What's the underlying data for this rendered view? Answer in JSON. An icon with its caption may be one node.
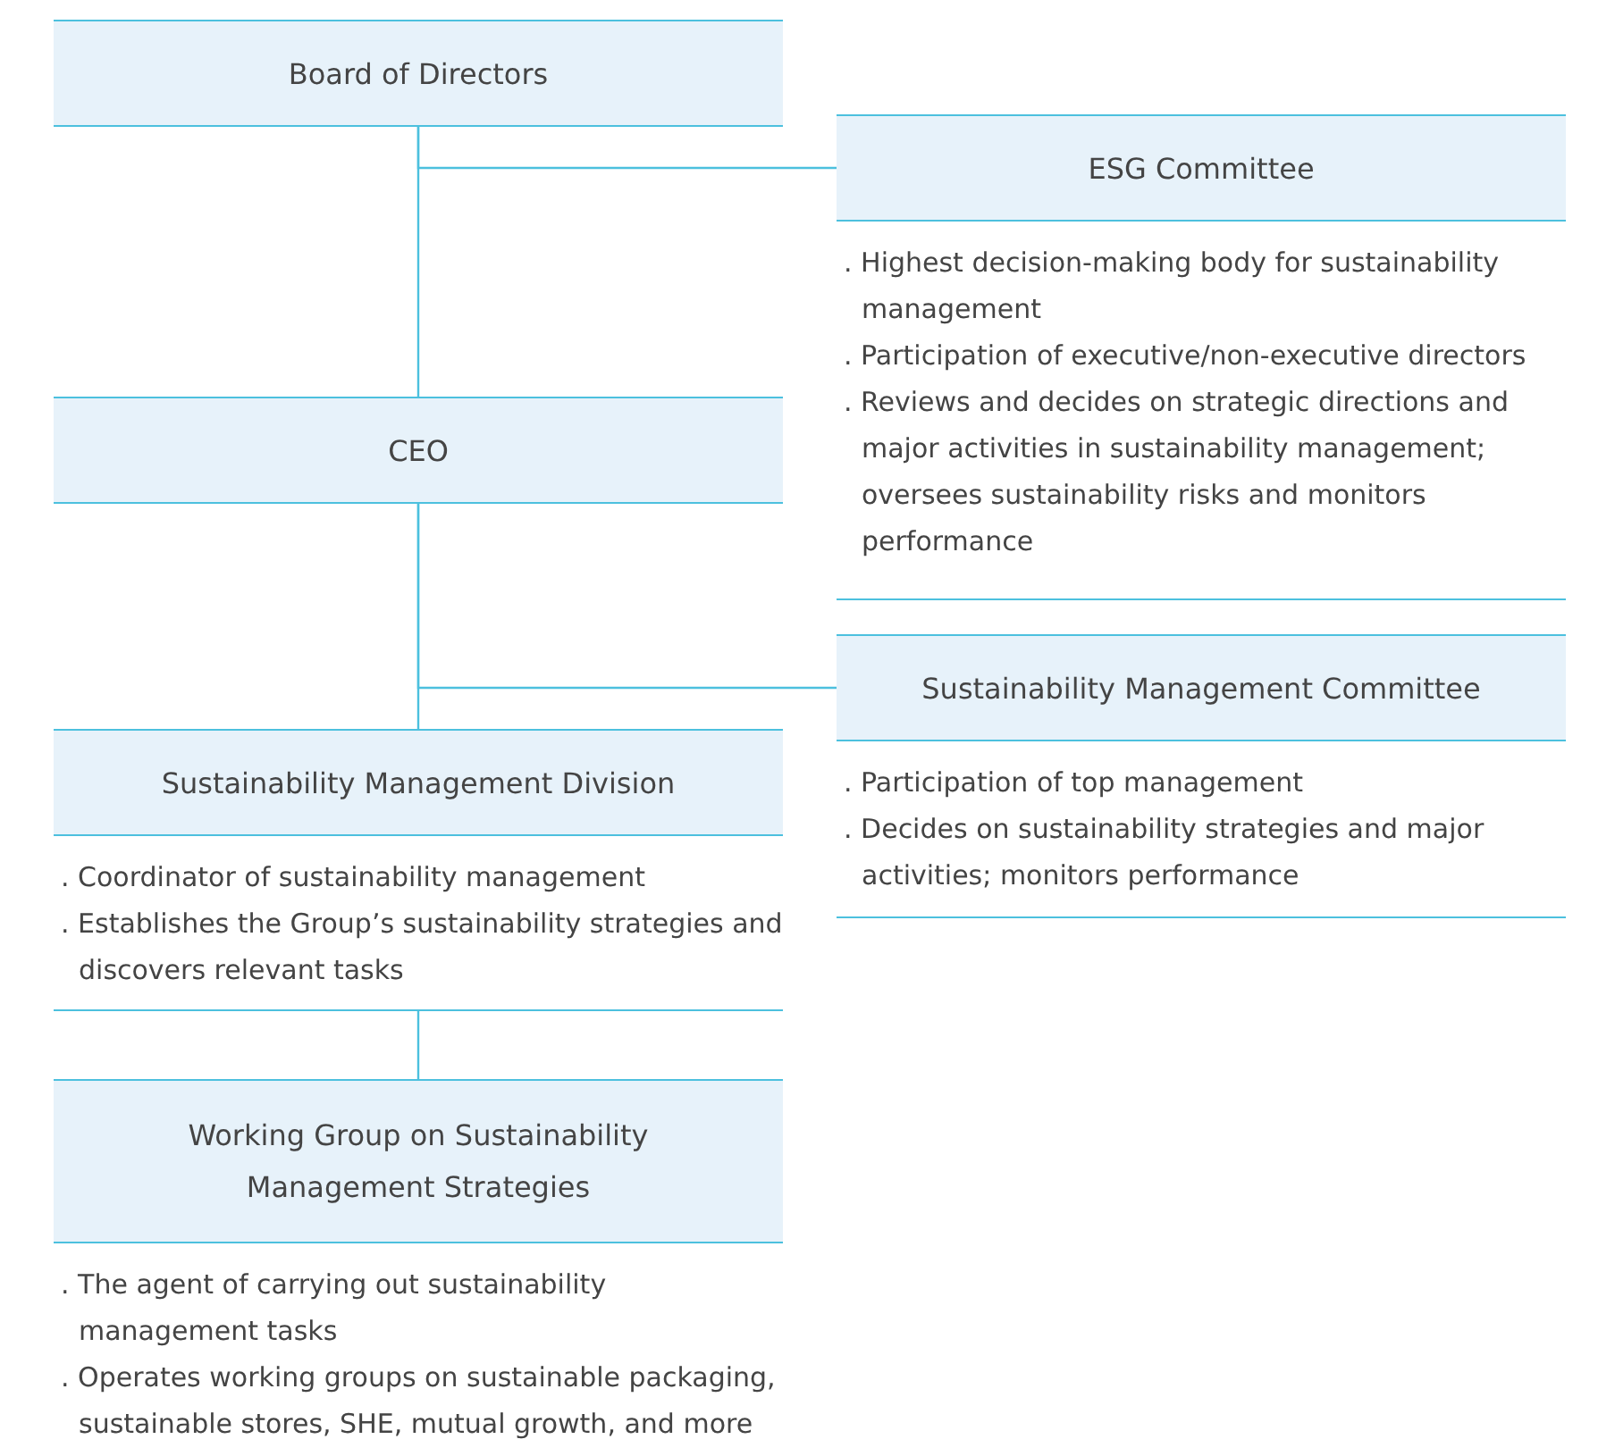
{
  "diagram": {
    "nodes": [
      {
        "text": [
          "Board of Directors"
        ]
      },
      {
        "text": [
          "ESG Committee",
          ". Highest decision-making body for sustainability management",
          ". Participation of executive/non-executive directors",
          ". Reviews and decides on strategic directions and major activities in sustainability management; oversees sustainability risks and monitors performance"
        ]
      },
      {
        "text": [
          "CEO"
        ]
      },
      {
        "text": [
          "Sustainability Management Committee",
          ". Participation of top management",
          ". Decides on sustainability strategies and major activities; monitors performance"
        ]
      },
      {
        "text": [
          "Sustainability Management Division",
          ". Coordinator of sustainability management",
          ". Establishes the Group’s sustainability strategies and discovers relevant tasks"
        ]
      },
      {
        "text": [
          "Working Group on Sustainability Management Strategies",
          ". The agent of carrying out sustainability management tasks",
          ". Operates working groups on sustainable packaging, sustainable stores, SHE, mutual growth, and more"
        ]
      }
    ],
    "edges": [
      {
        "from": 0,
        "to": 2,
        "arrow": "none"
      },
      {
        "from": 0,
        "to": 1,
        "arrow": "none"
      },
      {
        "from": 2,
        "to": 4,
        "arrow": "none"
      },
      {
        "from": 2,
        "to": 3,
        "arrow": "none"
      },
      {
        "from": 4,
        "to": 5,
        "arrow": "none"
      }
    ]
  }
}
